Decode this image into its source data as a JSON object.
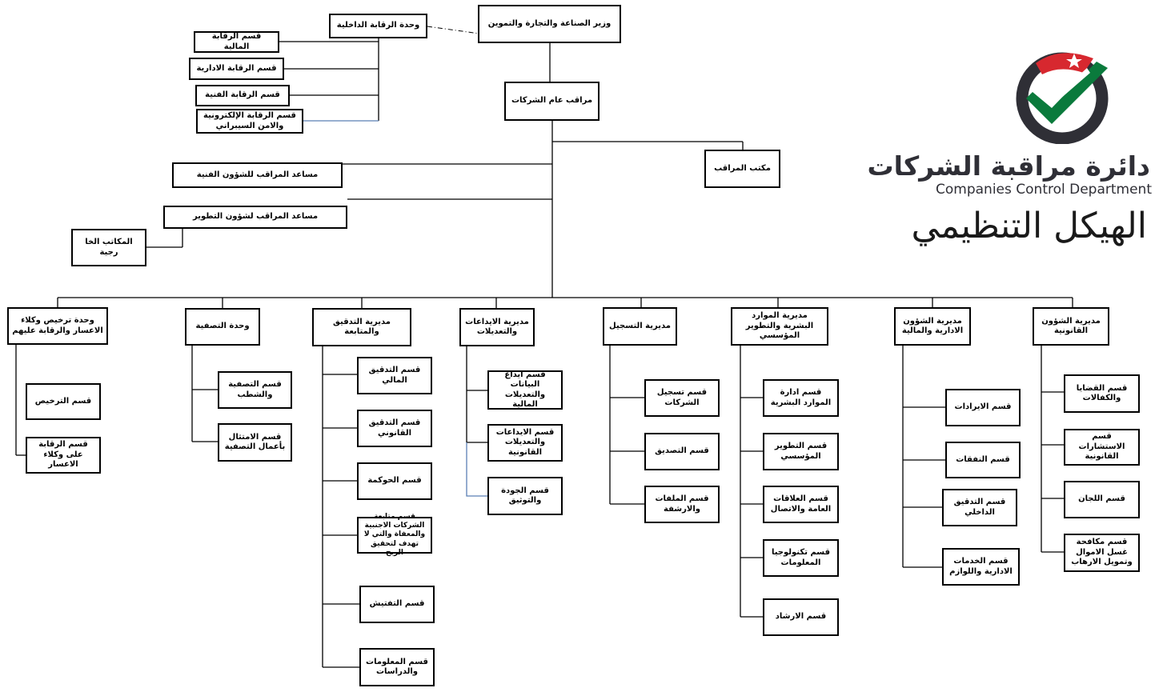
{
  "brand": {
    "name_ar": "دائرة مراقبة الشركات",
    "name_en": "Companies Control Department",
    "colors": {
      "red": "#d7282f",
      "green": "#0a7a3c",
      "dark": "#2f2f36"
    }
  },
  "page_title": "الهيكل التنظيمي",
  "nodes": {
    "minister": "وزير الصناعة والتجارة والتموين",
    "internal_control": "وحدة الرقابة الداخلية",
    "fin_control": "قسم الرقابة المالية",
    "admin_control": "قسم الرقابة الادارية",
    "tech_control": "قسم الرقابة الفنية",
    "cyber_control": "قسم الرقابة الإلكترونية والامن السيبراني",
    "controller_general": "مراقب عام الشركات",
    "controller_office": "مكتب المراقب",
    "asst_technical": "مساعد المراقب للشؤون الفنية",
    "asst_development": "مساعد المراقب لشؤون التطوير",
    "external_offices": "المكاتب الخا رجية",
    "legal_dir": "مديرية الشؤون القانونية",
    "cases": "قسم القضايا والكفالات",
    "consultations": "قسم الاستشارات القانونية",
    "committees": "قسم اللجان",
    "aml": "قسم مكافحة غسل الاموال وتمويل الارهاب",
    "admin_fin_dir": "مديرية الشؤون الادارية والمالية",
    "revenues": "قسم الايرادات",
    "expenses": "قسم النفقات",
    "internal_audit": "قسم التدقيق الداخلي",
    "admin_services": "قسم الخدمات الادارية واللوازم",
    "hr_dir": "مديرية الموارد البشرية والتطوير المؤسسي",
    "hr_mgmt": "قسم ادارة الموارد البشرية",
    "inst_dev": "قسم التطوير المؤسسي",
    "public_relations": "قسم العلاقات العامة والاتصال",
    "it": "قسم تكنولوجيا المعلومات",
    "guidance": "قسم الارشاد",
    "registration_dir": "مديرية التسجيل",
    "company_registration": "قسم تسجيل الشركات",
    "certification": "قسم التصديق",
    "files_archive": "قسم الملفات والارشفة",
    "deposits_dir": "مديرية الايداعات والتعديلات",
    "data_deposit": "قسم ايداع البيانات والتعديلات المالية",
    "legal_deposits": "قسم الايداعات والتعديلات القانونية",
    "quality": "قسم الجودة والتوثيق",
    "audit_dir": "مديرية التدقيق والمتابعة",
    "financial_audit": "قسم التدقيق المالي",
    "legal_audit": "قسم التدقيق القانوني",
    "governance": "قسم الحوكمة",
    "foreign_followup": "قسم متابعة الشركات الاجنبية والمعفاة والتي لا تهدف لتحقيق الربح",
    "inspection": "قسم التفتيش",
    "info_studies": "قسم المعلومات والدراسات",
    "liquidation_unit": "وحدة التصفية",
    "liquidation_section": "قسم التصفية والشطب",
    "liquidation_works": "قسم الامتثال بأعمال التصفية",
    "licensing_unit": "وحدة ترخيص وكلاء الاعسار والرقابة عليهم",
    "licensing": "قسم الترخيص",
    "agents_control": "قسم الرقابة على وكلاء الاعسار"
  }
}
